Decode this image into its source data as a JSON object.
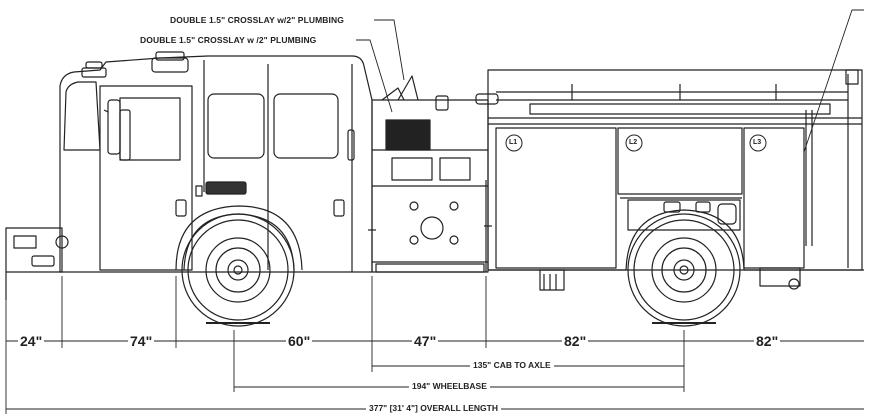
{
  "callouts": {
    "upper": "DOUBLE 1.5\" CROSSLAY w/2\" PLUMBING",
    "lower": "DOUBLE 1.5\" CROSSLAY w /2\" PLUMBING"
  },
  "dimensions": {
    "d24": "24\"",
    "d74": "74\"",
    "d60": "60\"",
    "d47": "47\"",
    "d82a": "82\"",
    "d82b": "82\"",
    "cab_to_axle": "135\" CAB TO AXLE",
    "wheelbase": "194\" WHEELBASE",
    "overall": "377\" [31' 4\"] OVERALL LENGTH"
  },
  "compartments": {
    "l1": "L1",
    "l2": "L2",
    "l3": "L3"
  }
}
